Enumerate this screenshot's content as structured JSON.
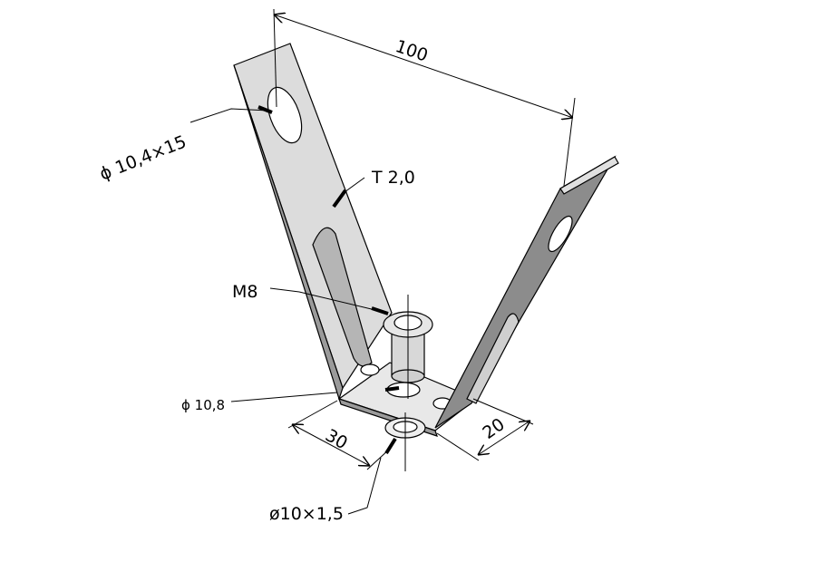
{
  "drawing": {
    "dimensions": {
      "overall_width": "100",
      "slot_hole": "ϕ 10,4×15",
      "thickness": "T 2,0",
      "nut_thread": "M8",
      "hole_diameter": "ϕ 10,8",
      "base_length": "30",
      "base_width": "20",
      "washer": "ø10×1,5"
    },
    "colors": {
      "face_light": "#e6e6e6",
      "face_mid": "#c8c8c8",
      "face_dark": "#8a8a8a",
      "line": "#000000"
    }
  }
}
